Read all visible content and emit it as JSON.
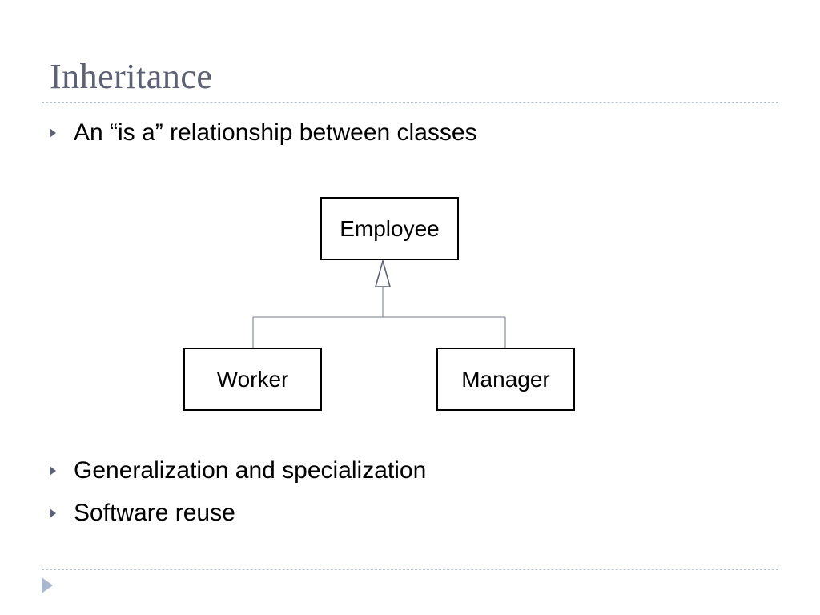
{
  "slide": {
    "title": "Inheritance",
    "bullets": [
      "An “is a” relationship between classes",
      "Generalization and specialization",
      "Software reuse"
    ]
  },
  "diagram": {
    "parent": "Employee",
    "children": [
      "Worker",
      "Manager"
    ],
    "line_color": "#8f95a8"
  },
  "icons": {
    "bullet": "triangle-right-icon",
    "nav": "next-slide-arrow-icon"
  },
  "colors": {
    "title": "#5d6175",
    "divider": "#b5bfcc",
    "nav": "#a9b8d0"
  }
}
